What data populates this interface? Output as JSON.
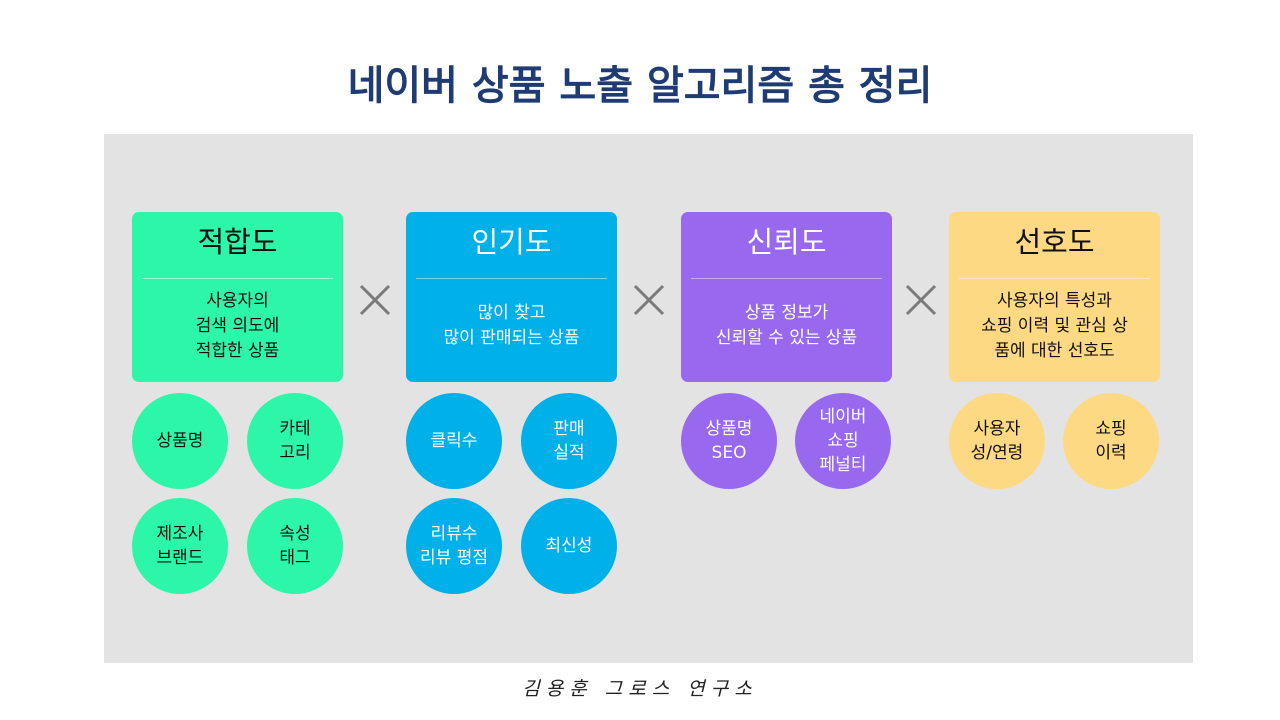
{
  "title": "네이버 상품 노출 알고리즘 총 정리",
  "operator_symbol": "×",
  "colors": {
    "title": "#1f3b73",
    "panel": "#e3e3e3",
    "green": "#2cf6a7",
    "blue": "#00b0e8",
    "purple": "#9869ee",
    "yellow": "#fed984",
    "operator": "#7a7a7a"
  },
  "factors": [
    {
      "name": "적합도",
      "description": "사용자의\n검색 의도에\n적합한 상품",
      "color": "green",
      "items": [
        "상품명",
        "카테\n고리",
        "제조사\n브랜드",
        "속성\n태그"
      ]
    },
    {
      "name": "인기도",
      "description": "많이 찾고\n많이 판매되는 상품",
      "color": "blue",
      "items": [
        "클릭수",
        "판매\n실적",
        "리뷰수\n리뷰 평점",
        "최신성"
      ]
    },
    {
      "name": "신뢰도",
      "description": "상품 정보가\n신뢰할 수 있는 상품",
      "color": "purple",
      "items": [
        "상품명\nSEO",
        "네이버\n쇼핑\n페널티"
      ]
    },
    {
      "name": "선호도",
      "description": "사용자의 특성과\n쇼핑 이력 및 관심 상\n품에 대한 선호도",
      "color": "yellow",
      "items": [
        "사용자\n성/연령",
        "쇼핑\n이력"
      ]
    }
  ],
  "signature": "김용훈 그로스 연구소"
}
